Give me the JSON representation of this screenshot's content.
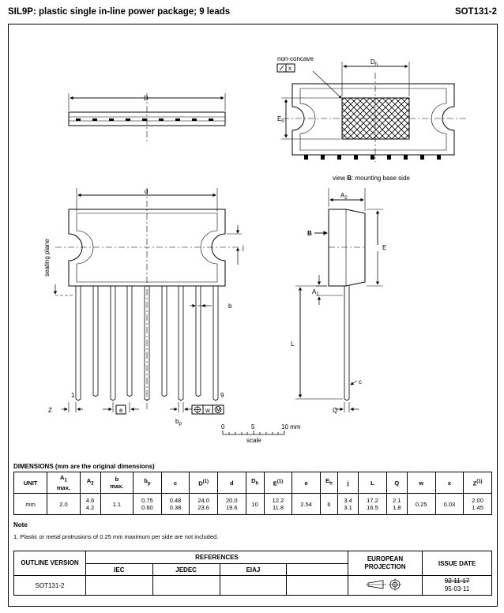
{
  "header": {
    "title": "SIL9P: plastic single in-line power package; 9 leads",
    "code": "SOT131-2"
  },
  "drawing_labels": {
    "non_concave": "non-concave",
    "flat_x": "x",
    "D": "D",
    "Dh": "D",
    "Dh_sub": "h",
    "Eh": "E",
    "Eh_sub": "h",
    "view_b_pre": "view ",
    "view_b_bold": "B",
    "view_b_post": ": mounting base side",
    "d": "d",
    "A2": "A",
    "A2_sub": "2",
    "B": "B",
    "E": "E",
    "j": "j",
    "seating_plane": "seating plane",
    "A1": "A",
    "A1_sub": "1",
    "b": "b",
    "L": "L",
    "c": "c",
    "pin1": "1",
    "pin9": "9",
    "Z": "Z",
    "e": "e",
    "Q": "Q",
    "bp": "b",
    "bp_sub": "p",
    "w": "w",
    "M": "M",
    "scale_0": "0",
    "scale_5": "5",
    "scale_10": "10 mm",
    "scale": "scale"
  },
  "dimensions": {
    "title": "DIMENSIONS (mm are the original dimensions)",
    "headers": [
      {
        "main": "UNIT",
        "sub": "",
        "extra": ""
      },
      {
        "main": "A",
        "sub": "1",
        "extra": "max."
      },
      {
        "main": "A",
        "sub": "2",
        "extra": ""
      },
      {
        "main": "b",
        "sub": "",
        "extra": "max."
      },
      {
        "main": "b",
        "sub": "p",
        "extra": ""
      },
      {
        "main": "c",
        "sub": "",
        "extra": ""
      },
      {
        "main": "D",
        "sub": "",
        "extra": "(1)"
      },
      {
        "main": "d",
        "sub": "",
        "extra": ""
      },
      {
        "main": "D",
        "sub": "h",
        "extra": ""
      },
      {
        "main": "E",
        "sub": "",
        "extra": "(1)"
      },
      {
        "main": "e",
        "sub": "",
        "extra": ""
      },
      {
        "main": "E",
        "sub": "h",
        "extra": ""
      },
      {
        "main": "j",
        "sub": "",
        "extra": ""
      },
      {
        "main": "L",
        "sub": "",
        "extra": ""
      },
      {
        "main": "Q",
        "sub": "",
        "extra": ""
      },
      {
        "main": "w",
        "sub": "",
        "extra": ""
      },
      {
        "main": "x",
        "sub": "",
        "extra": ""
      },
      {
        "main": "Z",
        "sub": "",
        "extra": "(1)"
      }
    ],
    "row": [
      {
        "top": "mm",
        "bot": ""
      },
      {
        "top": "2.0",
        "bot": ""
      },
      {
        "top": "4.6",
        "bot": "4.2"
      },
      {
        "top": "1.1",
        "bot": ""
      },
      {
        "top": "0.75",
        "bot": "0.60"
      },
      {
        "top": "0.48",
        "bot": "0.38"
      },
      {
        "top": "24.0",
        "bot": "23.6"
      },
      {
        "top": "20.0",
        "bot": "19.6"
      },
      {
        "top": "10",
        "bot": ""
      },
      {
        "top": "12.2",
        "bot": "11.8"
      },
      {
        "top": "2.54",
        "bot": ""
      },
      {
        "top": "6",
        "bot": ""
      },
      {
        "top": "3.4",
        "bot": "3.1"
      },
      {
        "top": "17.2",
        "bot": "16.5"
      },
      {
        "top": "2.1",
        "bot": "1.8"
      },
      {
        "top": "0.25",
        "bot": ""
      },
      {
        "top": "0.03",
        "bot": ""
      },
      {
        "top": "2.00",
        "bot": "1.45"
      }
    ]
  },
  "note": {
    "title": "Note",
    "text": "1. Plastic or metal protrusions of 0.25 mm maximum per side are not included."
  },
  "outline": {
    "outline_version": "OUTLINE VERSION",
    "references": "REFERENCES",
    "iec": "IEC",
    "jedec": "JEDEC",
    "eiaj": "EIAJ",
    "european_projection": "EUROPEAN PROJECTION",
    "issue_date": "ISSUE DATE",
    "version": "SOT131-2",
    "date_old": "92-11-17",
    "date_new": "95-03-11"
  }
}
